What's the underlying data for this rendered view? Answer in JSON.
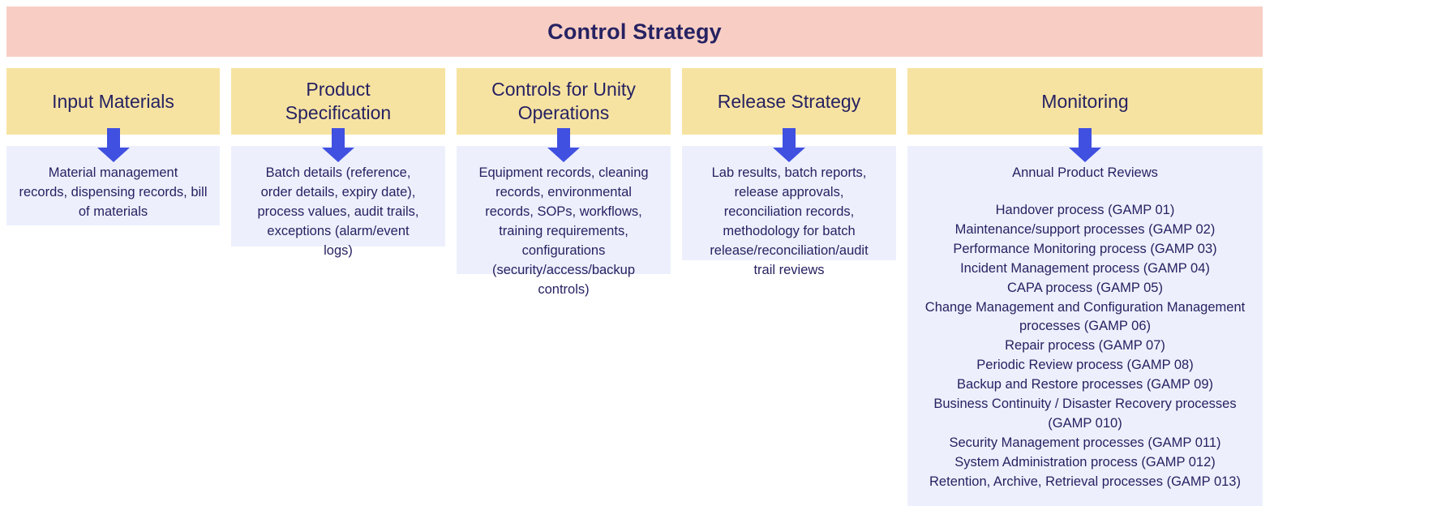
{
  "banner": {
    "title": "Control Strategy",
    "bg_color": "#F8CEC4",
    "text_color": "#262262"
  },
  "theme": {
    "header_color": "#F7E3A1",
    "body_color": "#EDF0FC",
    "arrow_color": "#4050E0",
    "text_color": "#262262"
  },
  "columns": [
    {
      "header": "Input Materials",
      "arrow_icon": "down-arrow-icon",
      "body": "Material management\nrecords, dispensing records, bill\nof materials"
    },
    {
      "header": "Product\nSpecification",
      "arrow_icon": "down-arrow-icon",
      "body": "Batch details (reference,\norder details, expiry date),\nprocess values, audit trails,\nexceptions (alarm/event\nlogs)"
    },
    {
      "header": "Controls for Unity\nOperations",
      "arrow_icon": "down-arrow-icon",
      "body": "Equipment records, cleaning\nrecords, environmental\nrecords, SOPs, workflows,\ntraining requirements,\nconfigurations\n(security/access/backup\ncontrols)"
    },
    {
      "header": "Release Strategy",
      "arrow_icon": "down-arrow-icon",
      "body": "Lab results, batch reports,\nrelease approvals,\nreconciliation records,\nmethodology for batch\nrelease/reconciliation/audit\ntrail reviews"
    },
    {
      "header": "Monitoring",
      "arrow_icon": "down-arrow-icon",
      "body_title": "Annual Product Reviews",
      "body_items": [
        "Handover process (GAMP 01)",
        "Maintenance/support processes (GAMP 02)",
        "Performance Monitoring process (GAMP 03)",
        "Incident Management process (GAMP 04)",
        "CAPA process (GAMP 05)",
        "Change Management and Configuration Management processes (GAMP 06)",
        "Repair process (GAMP 07)",
        "Periodic Review process (GAMP 08)",
        "Backup and Restore processes (GAMP 09)",
        "Business Continuity / Disaster Recovery processes (GAMP 010)",
        "Security Management processes (GAMP 011)",
        "System Administration process (GAMP 012)",
        "Retention, Archive, Retrieval processes (GAMP 013)"
      ]
    }
  ]
}
